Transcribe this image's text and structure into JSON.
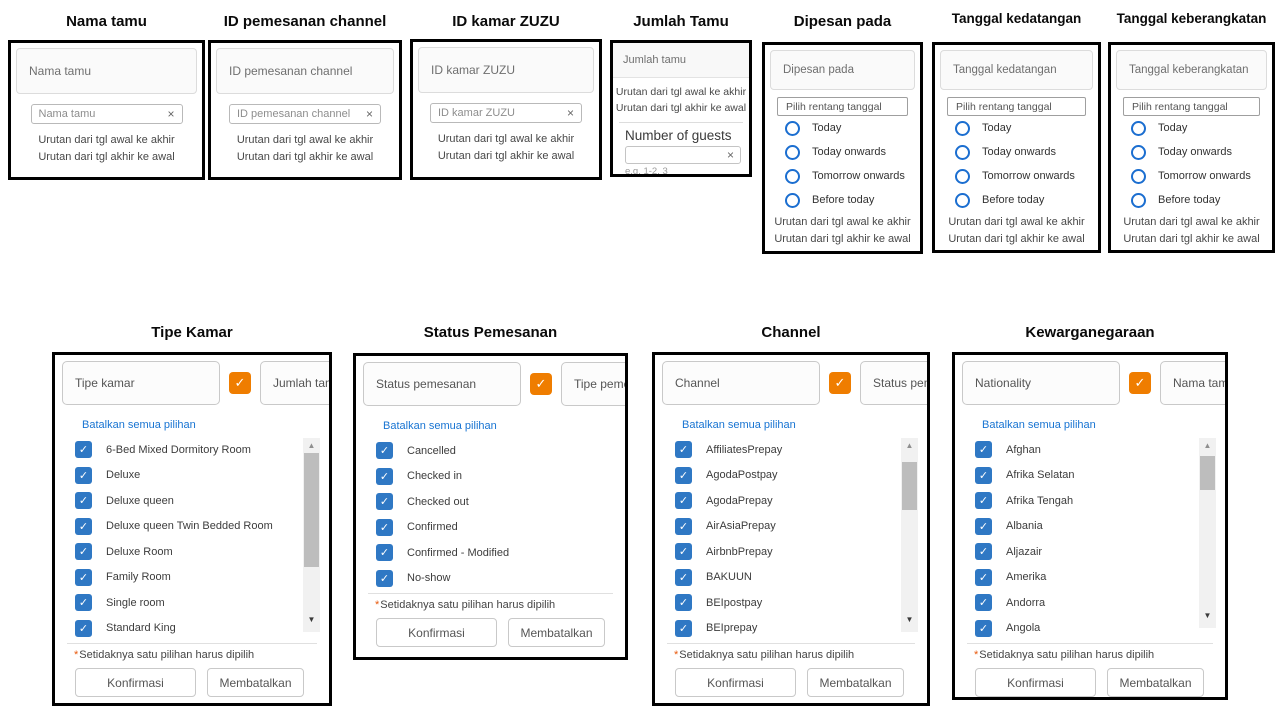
{
  "icons": {
    "check": "✓",
    "clear": "×",
    "scroll_up": "▲",
    "scroll_down": "▼"
  },
  "colors": {
    "panel_border": "#000000",
    "checkbox_blue": "#2f78c4",
    "radio_blue": "#1b6ed0",
    "select_all_orange": "#ef7d00",
    "link_blue": "#1874d2",
    "required_red": "#e8590c"
  },
  "ui": {
    "sort_asc": "Urutan dari tgl awal ke akhir",
    "sort_desc": "Urutan dari tgl akhir ke awal",
    "clear_all": "Batalkan semua pilihan",
    "required_note_star": "*",
    "required_note": "Setidaknya satu pilihan harus dipilih",
    "confirm_label": "Konfirmasi",
    "cancel_label": "Membatalkan"
  },
  "top_panels": [
    {
      "title": "Nama tamu",
      "kind": "text",
      "header": "Nama tamu",
      "input_placeholder": "Nama tamu"
    },
    {
      "title": "ID pemesanan channel",
      "kind": "text",
      "header": "ID pemesanan channel",
      "input_placeholder": "ID pemesanan channel"
    },
    {
      "title": "ID kamar ZUZU",
      "kind": "text",
      "header": "ID kamar ZUZU",
      "input_placeholder": "ID kamar ZUZU"
    },
    {
      "title": "Jumlah Tamu",
      "kind": "guests",
      "header": "Jumlah tamu",
      "guest_label": "Number of guests",
      "guest_value": "",
      "guest_hint": "e.g. 1-2, 3"
    },
    {
      "title": "Dipesan pada",
      "kind": "date",
      "header": "Dipesan pada",
      "input_placeholder": "Pilih rentang tanggal",
      "options": [
        "Today",
        "Today onwards",
        "Tomorrow onwards",
        "Before today"
      ]
    },
    {
      "title": "Tanggal kedatangan",
      "kind": "date",
      "header": "Tanggal kedatangan",
      "input_placeholder": "Pilih rentang tanggal",
      "options": [
        "Today",
        "Today onwards",
        "Tomorrow onwards",
        "Before today"
      ]
    },
    {
      "title": "Tanggal keberangkatan",
      "kind": "date",
      "header": "Tanggal keberangkatan",
      "input_placeholder": "Pilih rentang tanggal",
      "options": [
        "Today",
        "Today onwards",
        "Tomorrow onwards",
        "Before today"
      ]
    }
  ],
  "bottom_panels": [
    {
      "title": "Tipe Kamar",
      "tab_label": "Tipe kamar",
      "next_tab_label": "Jumlah tam",
      "items": [
        "6-Bed Mixed Dormitory Room",
        "Deluxe",
        "Deluxe queen",
        "Deluxe queen Twin Bedded Room",
        "Deluxe Room",
        "Family Room",
        "Single room",
        "Standard King"
      ],
      "all_checked": true
    },
    {
      "title": "Status Pemesanan",
      "tab_label": "Status pemesanan",
      "next_tab_label": "Tipe pemes",
      "items": [
        "Cancelled",
        "Checked in",
        "Checked out",
        "Confirmed",
        "Confirmed - Modified",
        "No-show"
      ],
      "all_checked": true
    },
    {
      "title": "Channel",
      "tab_label": "Channel",
      "next_tab_label": "Status pem",
      "items": [
        "AffiliatesPrepay",
        "AgodaPostpay",
        "AgodaPrepay",
        "AirAsiaPrepay",
        "AirbnbPrepay",
        "BAKUUN",
        "BEIpostpay",
        "BEIprepay"
      ],
      "all_checked": true
    },
    {
      "title": "Kewarganegaraan",
      "tab_label": "Nationality",
      "next_tab_label": "Nama tamu",
      "items": [
        "Afghan",
        "Afrika Selatan",
        "Afrika Tengah",
        "Albania",
        "Aljazair",
        "Amerika",
        "Andorra",
        "Angola"
      ],
      "all_checked": true
    }
  ]
}
